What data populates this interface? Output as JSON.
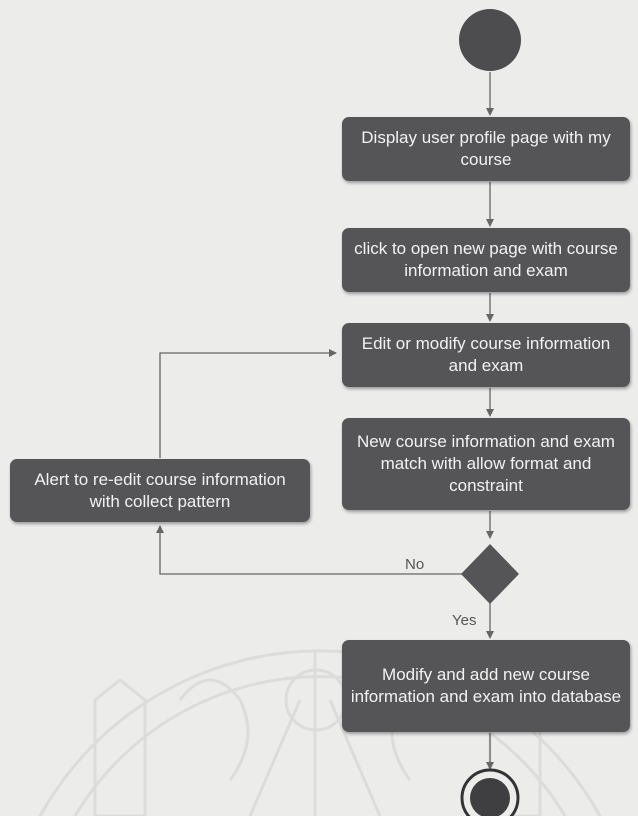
{
  "diagram": {
    "type": "activity-diagram",
    "nodes": {
      "display_profile": "Display user profile page with my course",
      "open_course_page": "click to open new page with course information and exam",
      "edit_course": "Edit or modify course information and exam",
      "check_format": "New course information and exam match with allow format and constraint",
      "alert_reedit": "Alert to re-edit course information with collect pattern",
      "save_database": "Modify and add new course information and exam into database"
    },
    "edge_labels": {
      "no": "No",
      "yes": "Yes"
    },
    "colors": {
      "node_fill": "#555557",
      "node_text": "#f2f2f2",
      "start_fill": "#4d4d4f",
      "arrow": "#666666",
      "background": "#ececeb"
    }
  }
}
